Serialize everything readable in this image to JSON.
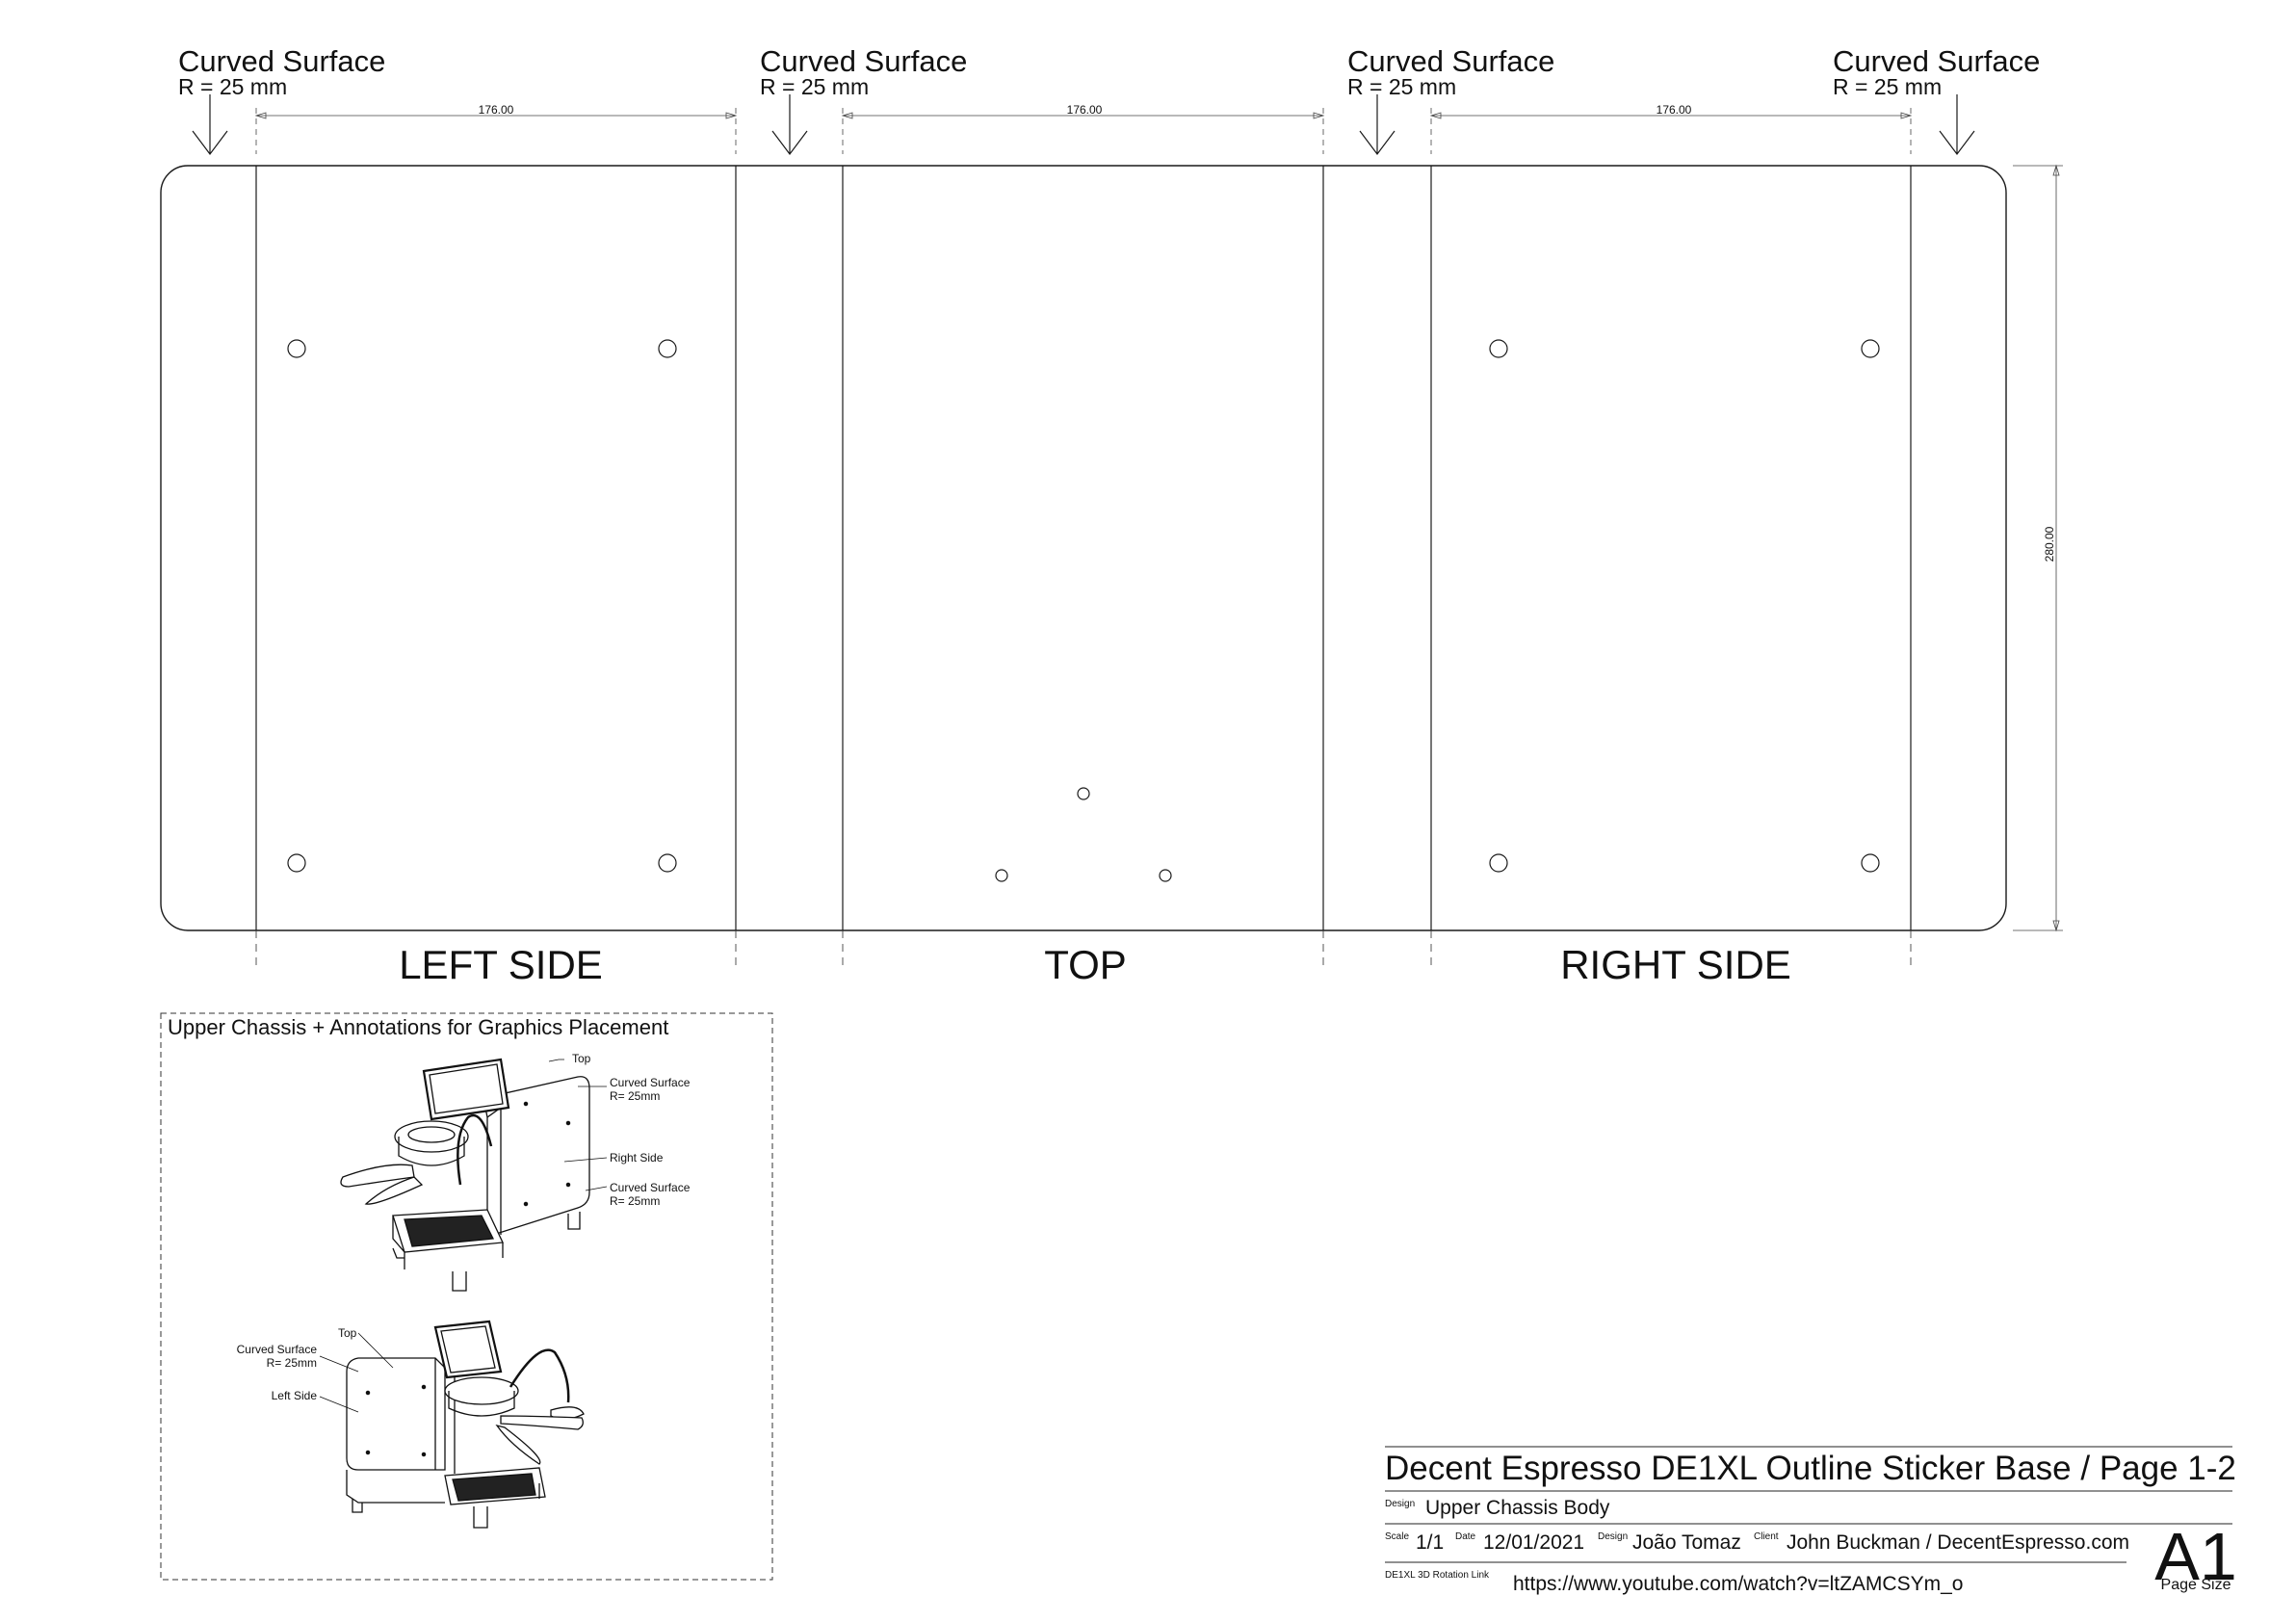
{
  "curved_surface_labels": [
    {
      "title": "Curved Surface",
      "radius": "R = 25 mm"
    },
    {
      "title": "Curved Surface",
      "radius": "R = 25 mm"
    },
    {
      "title": "Curved Surface",
      "radius": "R = 25 mm"
    },
    {
      "title": "Curved Surface",
      "radius": "R = 25 mm"
    }
  ],
  "dimensions": {
    "panel_width": [
      "176.00",
      "176.00",
      "176.00"
    ],
    "height": "280.00"
  },
  "panel_labels": {
    "left": "LEFT SIDE",
    "top": "TOP",
    "right": "RIGHT SIDE"
  },
  "inset": {
    "title": "Upper Chassis + Annotations for Graphics Placement",
    "view1": {
      "top": "Top",
      "curved_surface_1": "Curved Surface",
      "curved_surface_1_r": "R= 25mm",
      "right_side": "Right Side",
      "curved_surface_2": "Curved Surface",
      "curved_surface_2_r": "R= 25mm"
    },
    "view2": {
      "top": "Top",
      "curved_surface": "Curved Surface",
      "curved_surface_r": "R= 25mm",
      "left_side": "Left Side"
    }
  },
  "title_block": {
    "title": "Decent Espresso DE1XL Outline Sticker Base / Page 1-2",
    "design_label": "Design",
    "design_value": "Upper Chassis Body",
    "scale_label": "Scale",
    "scale_value": "1/1",
    "date_label": "Date",
    "date_value": "12/01/2021",
    "designer_label": "Design",
    "designer_value": "João Tomaz",
    "client_label": "Client",
    "client_value": "John Buckman / DecentEspresso.com",
    "link_label": "DE1XL 3D Rotation Link",
    "link_value": "https://www.youtube.com/watch?v=ltZAMCSYm_o",
    "page_size": "A1",
    "page_size_label": "Page Size"
  }
}
